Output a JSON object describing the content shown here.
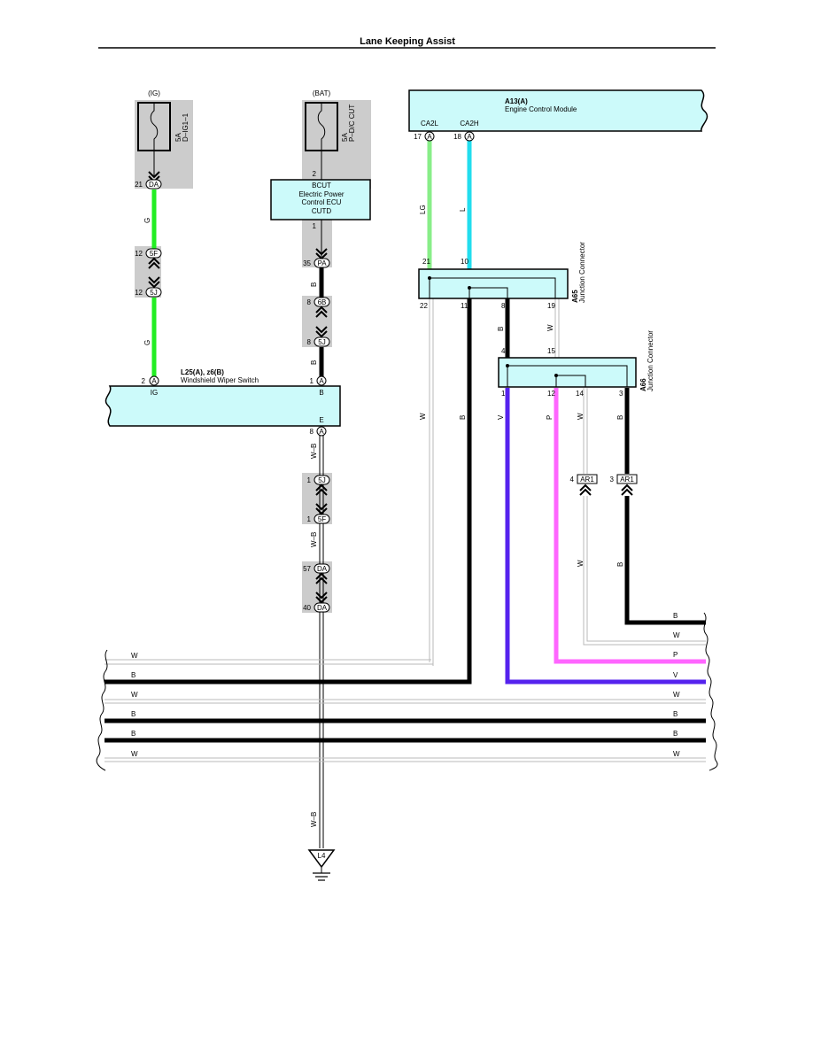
{
  "header": {
    "title": "Lane Keeping Assist"
  },
  "colors": {
    "G": "#22ee22",
    "LG": "#88ee88",
    "L": "#22ddee",
    "B": "#000000",
    "W": "#c8c8c8",
    "P": "#ff66ff",
    "V": "#5522ee",
    "W-B": "#222222",
    "component_fill": "#ccfafa",
    "connector_shade": "#cccccc"
  },
  "fuses": {
    "ig": {
      "source": "(IG)",
      "rating": "5A",
      "name": "D–IG1–1"
    },
    "bat": {
      "source": "(BAT)",
      "rating": "5A",
      "name": "P–D/C CUT"
    }
  },
  "ecu": {
    "label1": "Electric Power",
    "label2": "Control ECU",
    "top_terminal": "BCUT",
    "bottom_terminal": "CUTD",
    "pin_top": "2",
    "pin_bottom": "1"
  },
  "engine_module": {
    "code": "A13(A)",
    "name": "Engine Control Module",
    "term_left": "CA2L",
    "term_right": "CA2H",
    "pin_left": "17",
    "pin_right": "18",
    "conn": "A"
  },
  "wiper_switch": {
    "code": "L25(A), z6(B)",
    "name": "Windshield Wiper Switch",
    "term_ig": "IG",
    "term_b": "B",
    "term_e": "E",
    "pin_ig": "2",
    "pin_b": "1",
    "pin_e": "8",
    "conn": "A"
  },
  "a65": {
    "code": "A65",
    "name": "Junction Connector",
    "pin_in_left": "21",
    "pin_in_right": "10",
    "pin_out1": "22",
    "pin_out2": "11",
    "pin_out3": "8",
    "pin_out4": "19"
  },
  "a66": {
    "code": "A66",
    "name": "Junction Connector",
    "pin_in_left": "4",
    "pin_in_right": "15",
    "pin_out1": "1",
    "pin_out2": "12",
    "pin_out3": "14",
    "pin_out4": "3"
  },
  "inline_connectors": {
    "ig_da": {
      "pin": "21",
      "name": "DA"
    },
    "ig_5f": {
      "pin": "12",
      "name": "5F"
    },
    "ig_5j": {
      "pin": "12",
      "name": "5J"
    },
    "bat_pa": {
      "pin": "35",
      "name": "PA"
    },
    "bat_6b": {
      "pin": "8",
      "name": "6B"
    },
    "bat_5j": {
      "pin": "8",
      "name": "5J"
    },
    "gnd_5j": {
      "pin": "1",
      "name": "5J"
    },
    "gnd_5f": {
      "pin": "1",
      "name": "5F"
    },
    "gnd_da1": {
      "pin": "57",
      "name": "DA"
    },
    "gnd_da2": {
      "pin": "40",
      "name": "DA"
    },
    "ar1_left": {
      "pin": "4",
      "name": "AR1"
    },
    "ar1_right": {
      "pin": "3",
      "name": "AR1"
    }
  },
  "wire_labels": {
    "g1": "G",
    "g2": "G",
    "b1": "B",
    "b2": "B",
    "lg": "LG",
    "l": "L",
    "wb1": "W–B",
    "wb2": "W–B",
    "wb3": "W–B",
    "a65_w": "W",
    "a65_b": "B",
    "a66_v": "V",
    "a66_p": "P",
    "a66_w": "W",
    "a66_b": "B",
    "a65_b_mid": "B",
    "a65_w_mid": "W",
    "ar_w": "W",
    "ar_b": "B"
  },
  "bus": {
    "left": [
      "W",
      "B",
      "W",
      "B",
      "B",
      "W"
    ],
    "right": [
      "B",
      "W",
      "P",
      "V",
      "W",
      "B",
      "B",
      "W"
    ]
  },
  "ground": {
    "name": "L4"
  }
}
